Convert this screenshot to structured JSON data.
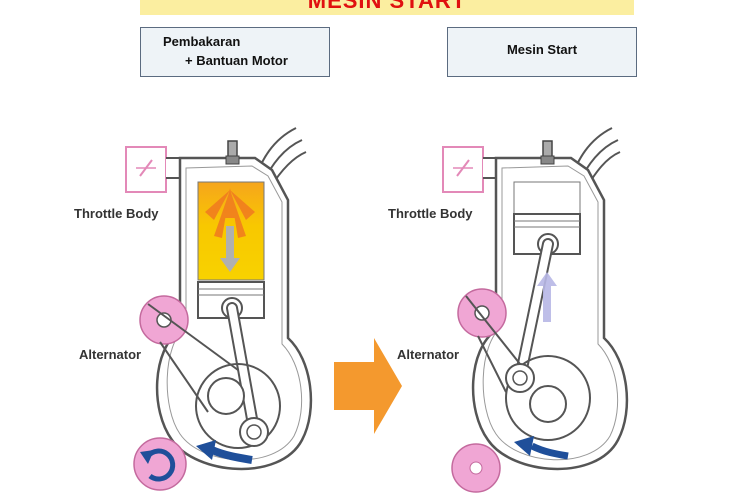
{
  "title": "MESIN START",
  "left_panel": {
    "box_line1": "Pembakaran",
    "box_line2": "+ Bantuan Motor",
    "throttle_label": "Throttle Body",
    "alternator_label": "Alternator"
  },
  "right_panel": {
    "box_label": "Mesin Start",
    "throttle_label": "Throttle Body",
    "alternator_label": "Alternator"
  },
  "colors": {
    "title": "#e01010",
    "banner": "#fbeea0",
    "combustion": "#f8c800",
    "flame": "#f59a2a",
    "pulley": "#f0a6d4",
    "rotation_arrow": "#1f4f9a",
    "transition_arrow": "#f4992e"
  }
}
